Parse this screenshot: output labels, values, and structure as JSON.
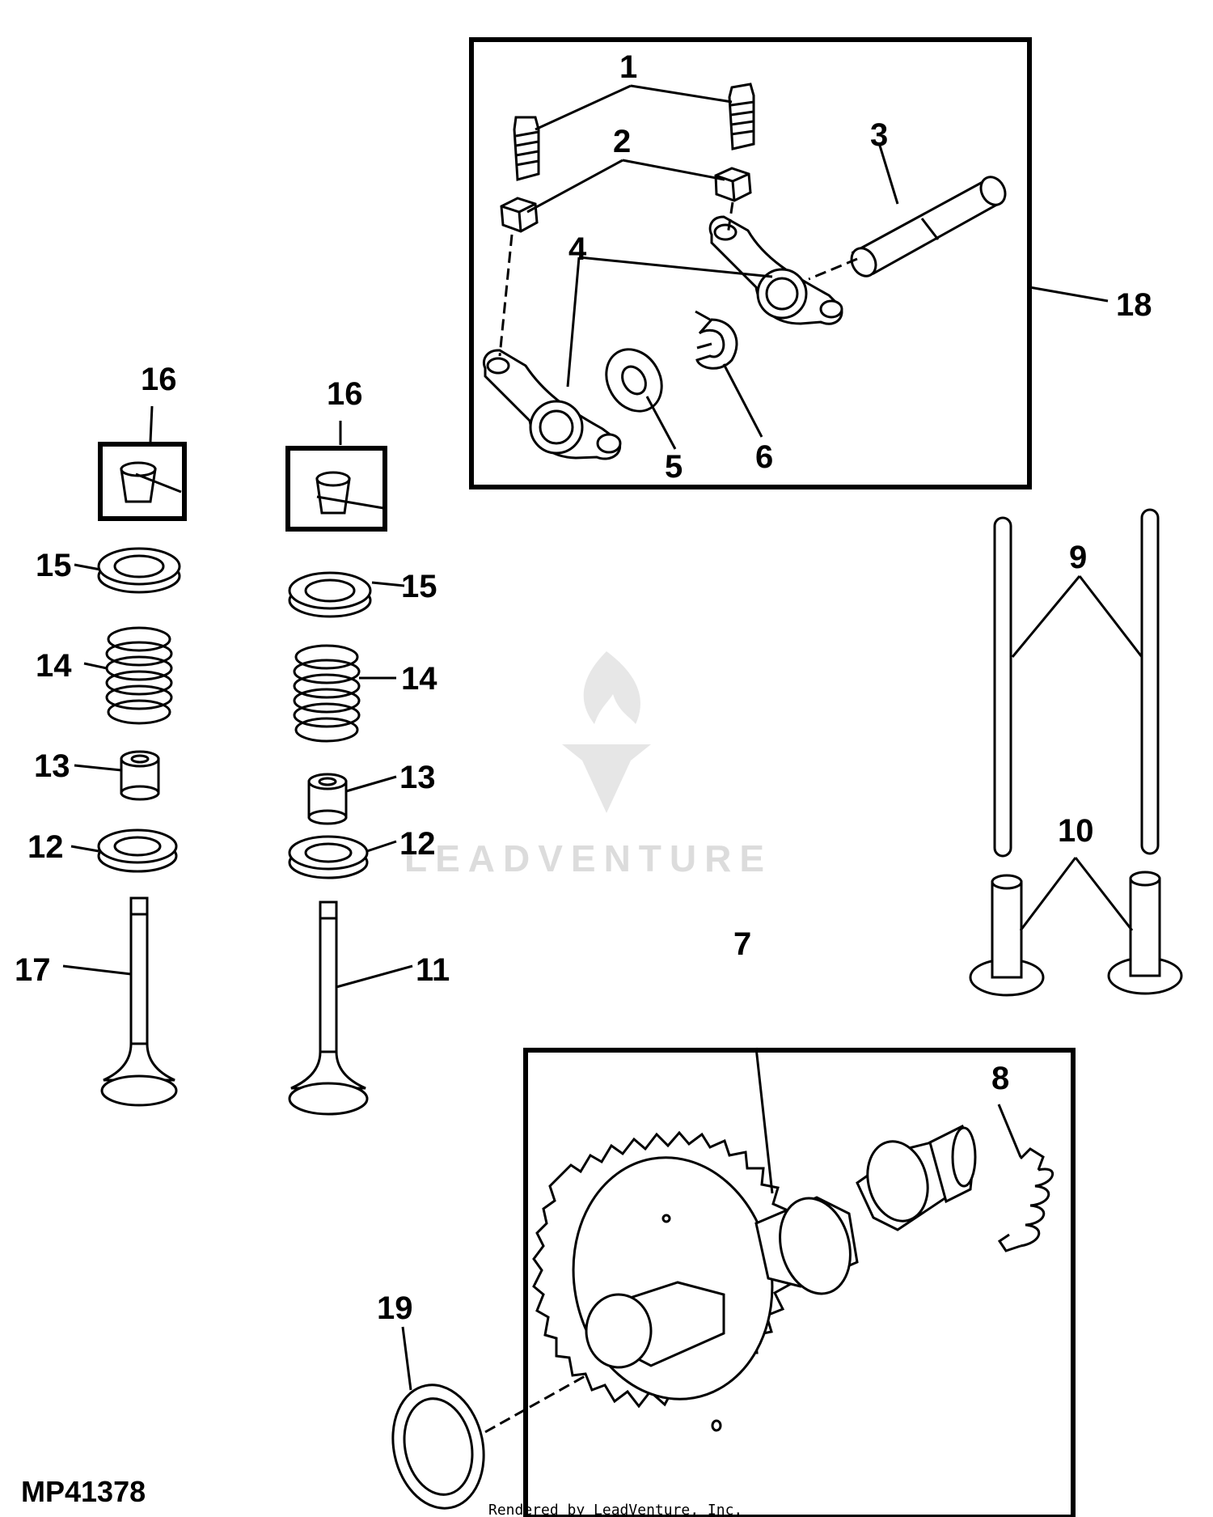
{
  "diagram": {
    "figure_id": "MP41378",
    "credit": "Rendered by LeadVenture, Inc.",
    "watermark": "LEADVENTURE",
    "callouts": {
      "c1": "1",
      "c2": "2",
      "c3": "3",
      "c4": "4",
      "c5": "5",
      "c6": "6",
      "c7": "7",
      "c8": "8",
      "c9": "9",
      "c10": "10",
      "c11": "11",
      "c12a": "12",
      "c12b": "12",
      "c13a": "13",
      "c13b": "13",
      "c14a": "14",
      "c14b": "14",
      "c15a": "15",
      "c15b": "15",
      "c16a": "16",
      "c16b": "16",
      "c17": "17",
      "c18": "18",
      "c19": "19"
    }
  }
}
